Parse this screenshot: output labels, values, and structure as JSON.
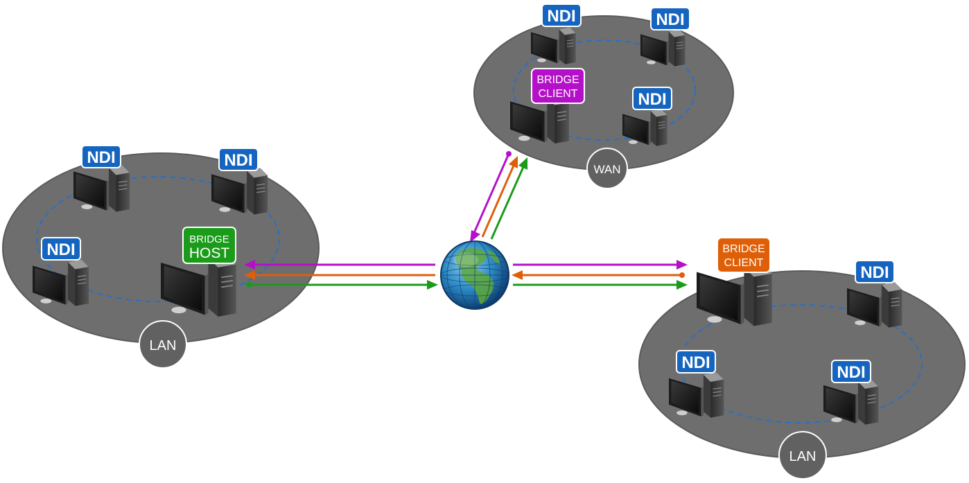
{
  "colors": {
    "ndi_badge": "#1565c0",
    "host_badge": "#1a9b1a",
    "client_purple": "#b510c9",
    "client_orange": "#de5f08",
    "ellipse": "#6e6e6e",
    "ring": "#2670c9",
    "arrow_purple": "#b510c9",
    "arrow_orange": "#de5f08",
    "arrow_green": "#1a9b1a"
  },
  "labels": {
    "ndi": "NDI",
    "host_line1": "BRIDGE",
    "host_line2": "HOST",
    "client_line1": "BRIDGE",
    "client_line2": "CLIENT",
    "lan_left": "LAN",
    "wan": "WAN",
    "lan_right": "LAN"
  },
  "icons": {
    "globe": "globe-icon",
    "computer": "desktop-computer-icon"
  }
}
